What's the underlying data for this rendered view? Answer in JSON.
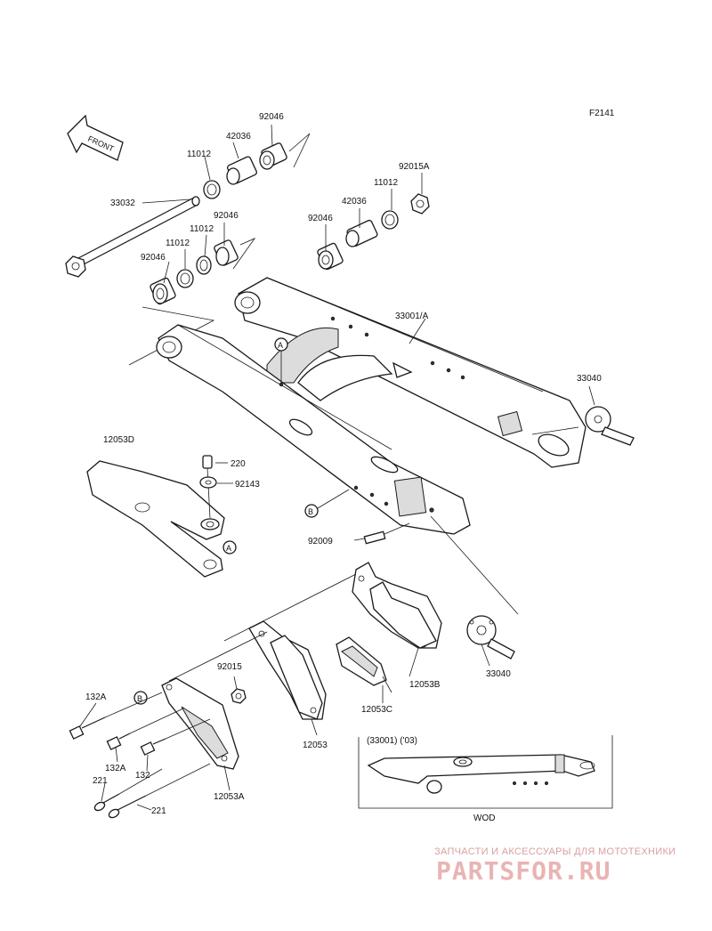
{
  "diagram_id": "F2141",
  "front_label": "FRONT",
  "parts": {
    "p33032": "33032",
    "p11012_top": "11012",
    "p42036_top": "42036",
    "p92046_top": "92046",
    "p11012_mid": "11012",
    "p92046_mid": "92046",
    "p11012_left": "11012",
    "p92046_left": "92046",
    "p92046_right": "92046",
    "p42036_right": "42036",
    "p11012_right": "11012",
    "p92015A": "92015A",
    "p33001A": "33001/A",
    "p33040_top": "33040",
    "p12053D": "12053D",
    "p220": "220",
    "p92143": "92143",
    "p92009": "92009",
    "p33040_bot": "33040",
    "p12053B": "12053B",
    "p12053C": "12053C",
    "p92015": "92015",
    "p12053": "12053",
    "p132A_top": "132A",
    "p132A_bot": "132A",
    "p132": "132",
    "p221_a": "221",
    "p221_b": "221",
    "p12053A": "12053A"
  },
  "refs": {
    "a1": "A",
    "a2": "A",
    "b1": "B",
    "b2": "B"
  },
  "inset": {
    "title": "(33001) ('03)",
    "caption": "WOD"
  },
  "watermark": {
    "tagline": "ЗАПЧАСТИ И АКСЕССУАРЫ ДЛЯ МОТОТЕХНИКИ",
    "logo": "PARTSFOR.RU"
  }
}
